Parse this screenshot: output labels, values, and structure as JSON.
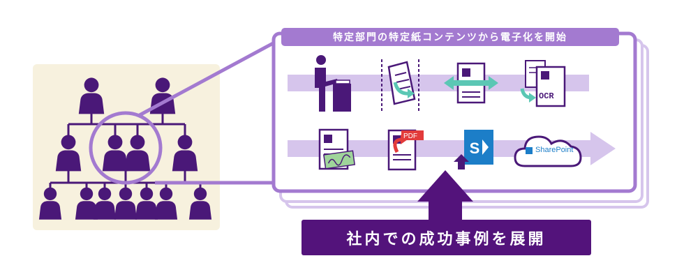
{
  "header": {
    "title": "特定部門の特定紙コンテンツから電子化を開始"
  },
  "cta": {
    "label": "社内での成功事例を展開"
  },
  "icons": {
    "ocr_label": "OCR",
    "pdf_label": "PDF",
    "sharepoint_label": "SharePoint",
    "sharepoint_letter": "S"
  },
  "colors": {
    "deep_purple": "#53137b",
    "icon_purple": "#4a1878",
    "accent_purple": "#a37ad0",
    "light_lavender": "#d6c5ec",
    "beige": "#f7f1de",
    "teal": "#5bc7b4",
    "sharepoint_blue": "#1c7ec8",
    "pdf_red": "#e23b3b"
  }
}
